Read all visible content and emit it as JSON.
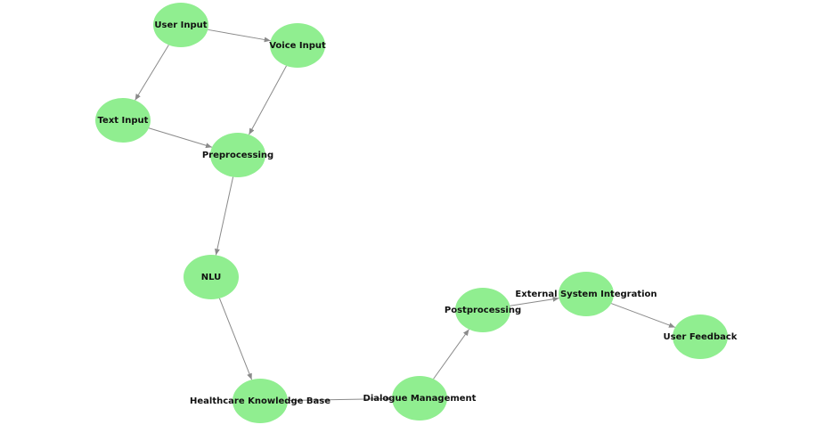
{
  "colors": {
    "node_fill": "#90ee90",
    "edge": "#8a8a8a",
    "label": "#111111",
    "background": "#ffffff"
  },
  "nodes": [
    {
      "id": "user_input",
      "label": "User Input"
    },
    {
      "id": "voice_input",
      "label": "Voice Input"
    },
    {
      "id": "text_input",
      "label": "Text Input"
    },
    {
      "id": "preprocessing",
      "label": "Preprocessing"
    },
    {
      "id": "nlu",
      "label": "NLU"
    },
    {
      "id": "healthcare_kb",
      "label": "Healthcare Knowledge Base"
    },
    {
      "id": "dialogue_mgmt",
      "label": "Dialogue Management"
    },
    {
      "id": "postprocessing",
      "label": "Postprocessing"
    },
    {
      "id": "external_integration",
      "label": "External System Integration"
    },
    {
      "id": "user_feedback",
      "label": "User Feedback"
    }
  ],
  "edges": [
    {
      "from": "user_input",
      "to": "voice_input"
    },
    {
      "from": "user_input",
      "to": "text_input"
    },
    {
      "from": "voice_input",
      "to": "preprocessing"
    },
    {
      "from": "text_input",
      "to": "preprocessing"
    },
    {
      "from": "preprocessing",
      "to": "nlu"
    },
    {
      "from": "nlu",
      "to": "healthcare_kb"
    },
    {
      "from": "healthcare_kb",
      "to": "dialogue_mgmt"
    },
    {
      "from": "dialogue_mgmt",
      "to": "postprocessing"
    },
    {
      "from": "postprocessing",
      "to": "external_integration"
    },
    {
      "from": "external_integration",
      "to": "user_feedback"
    }
  ]
}
